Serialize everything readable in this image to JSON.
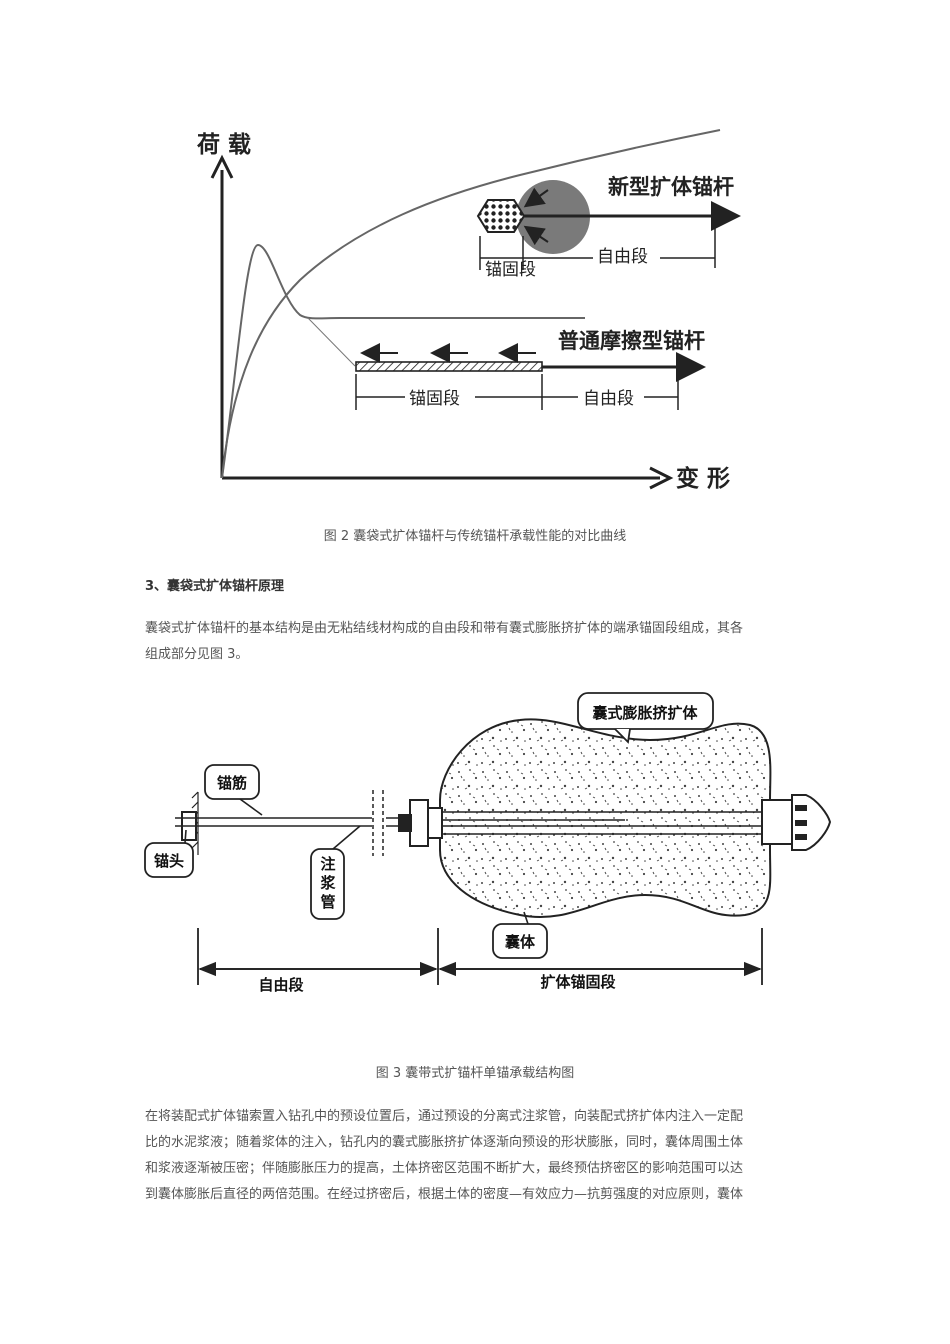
{
  "figure2": {
    "y_axis_label": "荷 载",
    "x_axis_label": "变  形",
    "new_anchor_label": "新型扩体锚杆",
    "new_anchor_anchorage": "锚固段",
    "new_anchor_free": "自由段",
    "common_anchor_label": "普通摩擦型锚杆",
    "common_anchor_anchorage": "锚固段",
    "common_anchor_free": "自由段",
    "caption": "图 2 囊袋式扩体锚杆与传统锚杆承载性能的对比曲线"
  },
  "section": {
    "heading": "3、囊袋式扩体锚杆原理",
    "intro_line1": "囊袋式扩体锚杆的基本结构是由无粘结线材构成的自由段和带有囊式膨胀挤扩体的端承锚固段组成，其各",
    "intro_line2": "组成部分见图 3。"
  },
  "figure3": {
    "label_expander": "囊式膨胀挤扩体",
    "label_bar": "锚筋",
    "label_head": "锚头",
    "label_grout": "注浆管",
    "label_bag": "囊体",
    "label_free": "自由段",
    "label_anchorage": "扩体锚固段",
    "caption": "图 3 囊带式扩锚杆单锚承载结构图"
  },
  "body": {
    "line1": "在将装配式扩体锚索置入钻孔中的预设位置后，通过预设的分离式注浆管，向装配式挤扩体内注入一定配",
    "line2": "比的水泥浆液；随着浆体的注入，钻孔内的囊式膨胀挤扩体逐渐向预设的形状膨胀，同时，囊体周围土体",
    "line3": "和浆液逐渐被压密；伴随膨胀压力的提高，土体挤密区范围不断扩大，最终预估挤密区的影响范围可以达",
    "line4": "到囊体膨胀后直径的两倍范围。在经过挤密后，根据土体的密度—有效应力—抗剪强度的对应原则，囊体"
  }
}
